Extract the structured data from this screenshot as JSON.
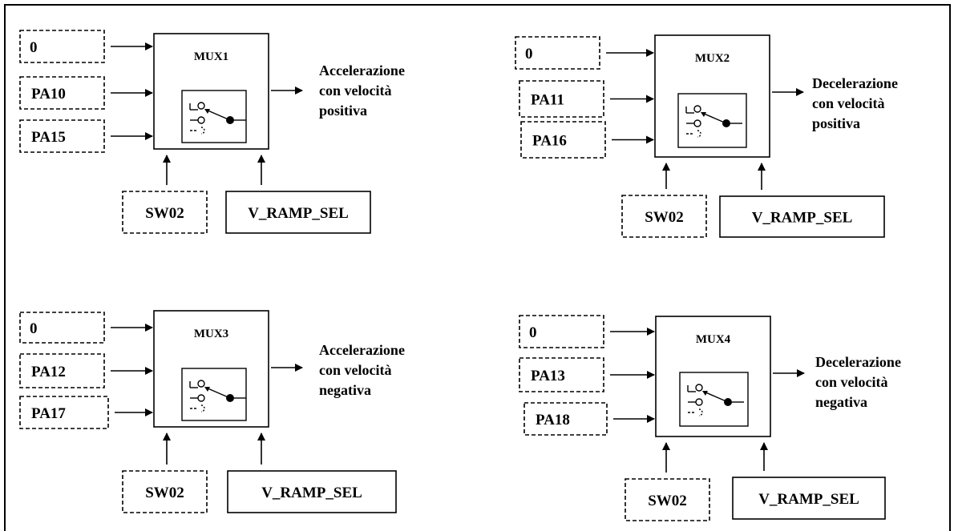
{
  "blocks": [
    {
      "title": "MUX1",
      "inputs": [
        "0",
        "PA10",
        "PA15"
      ],
      "select_inputs": [
        "SW02",
        "V_RAMP_SEL"
      ],
      "output_lines": [
        "Accelerazione",
        "con velocità",
        "positiva"
      ]
    },
    {
      "title": "MUX2",
      "inputs": [
        "0",
        "PA11",
        "PA16"
      ],
      "select_inputs": [
        "SW02",
        "V_RAMP_SEL"
      ],
      "output_lines": [
        "Decelerazione",
        "con velocità",
        "positiva"
      ]
    },
    {
      "title": "MUX3",
      "inputs": [
        "0",
        "PA12",
        "PA17"
      ],
      "select_inputs": [
        "SW02",
        "V_RAMP_SEL"
      ],
      "output_lines": [
        "Accelerazione",
        "con velocità",
        "negativa"
      ]
    },
    {
      "title": "MUX4",
      "inputs": [
        "0",
        "PA13",
        "PA18"
      ],
      "select_inputs": [
        "SW02",
        "V_RAMP_SEL"
      ],
      "output_lines": [
        "Decelerazione",
        "con velocità",
        "negativa"
      ]
    }
  ]
}
